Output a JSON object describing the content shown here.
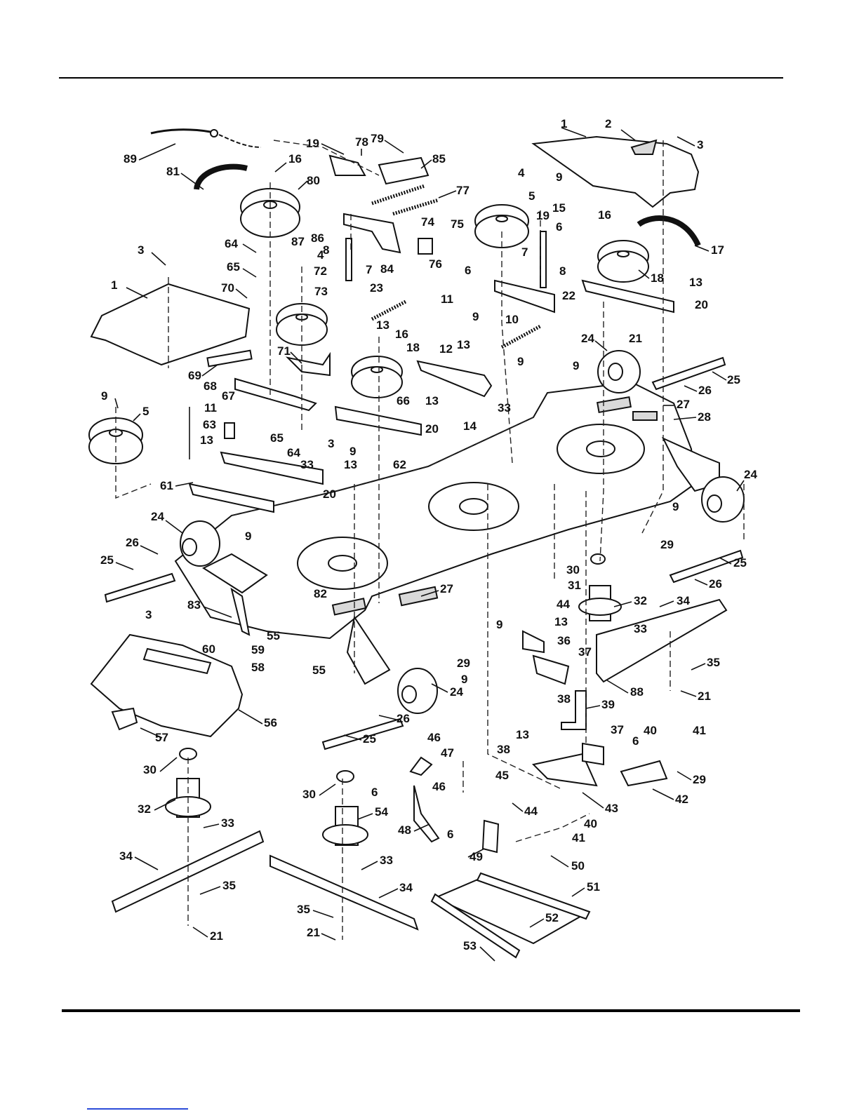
{
  "diagram": {
    "labels": {
      "l89": "89",
      "l19a": "19",
      "l78": "78",
      "l79": "79",
      "l85": "85",
      "l77": "77",
      "l81": "81",
      "l16a": "16",
      "l80": "80",
      "l87": "87",
      "l86": "86",
      "l74": "74",
      "l75": "75",
      "l76": "76",
      "l8a": "8",
      "l7a": "7",
      "l64a": "64",
      "l65a": "65",
      "l3a": "3",
      "l4a": "4",
      "l72": "72",
      "l73": "73",
      "l84": "84",
      "l11a": "11",
      "l23": "23",
      "l13a": "13",
      "l70": "70",
      "l1a": "1",
      "l69": "69",
      "l71": "71",
      "l16b": "16",
      "l18a": "18",
      "l68": "68",
      "l67": "67",
      "l9a": "9",
      "l5a": "5",
      "l11b": "11",
      "l63": "63",
      "l65b": "65",
      "l64b": "64",
      "l3b": "3",
      "l13b": "13",
      "l33a": "33",
      "l66": "66",
      "l13c": "13",
      "l20a": "20",
      "l14": "14",
      "l12": "12",
      "l13d": "13",
      "l9b": "9",
      "l62": "62",
      "l20b": "20",
      "l61": "61",
      "l13e": "13",
      "l1b": "1",
      "l2": "2",
      "l3c": "3",
      "l4b": "4",
      "l5b": "5",
      "l9c": "9",
      "l15": "15",
      "l16c": "16",
      "l19b": "19",
      "l6a": "6",
      "l17": "17",
      "l6b": "6",
      "l7b": "7",
      "l8b": "8",
      "l18b": "18",
      "l22": "22",
      "l13f": "13",
      "l20c": "20",
      "l9d": "9",
      "l10": "10",
      "l9e": "9",
      "l21a": "21",
      "l24a": "24",
      "l25a": "25",
      "l9f": "9",
      "l26a": "26",
      "l33b": "33",
      "l27a": "27",
      "l28": "28",
      "l24b": "24",
      "l9g": "9",
      "l29a": "29",
      "l24c": "24",
      "l9h": "9",
      "l26b": "26",
      "l25b": "25",
      "l30a": "30",
      "l31": "31",
      "l25c": "25",
      "l26c": "26",
      "l44a": "44",
      "l32a": "32",
      "l34a": "34",
      "l83": "83",
      "l82": "82",
      "l27b": "27",
      "l9i": "9",
      "l13g": "13",
      "l33c": "33",
      "l3d": "3",
      "l60": "60",
      "l59": "59",
      "l58": "58",
      "l55a": "55",
      "l55b": "55",
      "l29b": "29",
      "l9j": "9",
      "l24d": "24",
      "l36": "36",
      "l37a": "37",
      "l38a": "38",
      "l35a": "35",
      "l21b": "21",
      "l88": "88",
      "l39": "39",
      "l26d": "26",
      "l56": "56",
      "l57": "57",
      "l25d": "25",
      "l38b": "38",
      "l13h": "13",
      "l37b": "37",
      "l40a": "40",
      "l41a": "41",
      "l6c": "6",
      "l46a": "46",
      "l47": "47",
      "l30b": "30",
      "l6d": "6",
      "l45": "45",
      "l29c": "29",
      "l30c": "30",
      "l32b": "32",
      "l33d": "33",
      "l46b": "46",
      "l44b": "44",
      "l43": "43",
      "l42": "42",
      "l54": "54",
      "l6e": "6",
      "l40b": "40",
      "l41b": "41",
      "l48": "48",
      "l34b": "34",
      "l33e": "33",
      "l49": "49",
      "l50": "50",
      "l35b": "35",
      "l21c": "21",
      "l34c": "34",
      "l51": "51",
      "l35c": "35",
      "l52": "52",
      "l21d": "21",
      "l53": "53"
    }
  }
}
